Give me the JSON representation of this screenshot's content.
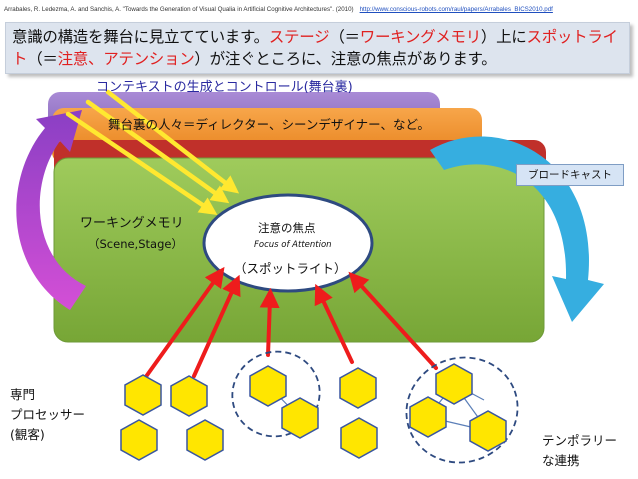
{
  "citation": {
    "text": "Arrabales, R. Ledezma, A. and Sanchis, A. \"Towards the Generation of Visual Qualia in Artificial Cognitive Architectures\". (2010)",
    "url": "http://www.conscious-robots.com/raul/papers/Arrabales_BICS2010.pdf"
  },
  "heading": {
    "t1": "意識の構造を舞台に見立てています。",
    "t2": "ステージ",
    "t3": "（＝",
    "t4": "ワーキングメモリ",
    "t5": "）上に",
    "t6": "スポットライト",
    "t7": "（＝",
    "t8": "注意、アテンション",
    "t9": "）が注ぐところに、注意の焦点があります。"
  },
  "layers": {
    "context": "コンテキストの生成とコントロール(舞台裏)",
    "backstage": "舞台裏の人々＝ディレクター、シーンデザイナー、など。",
    "working_memory": "ワーキングメモリ",
    "scene_stage": "（Scene,Stage）"
  },
  "focus": {
    "title": "注意の焦点",
    "subtitle": "Focus of Attention",
    "spotlight": "（スポットライト）"
  },
  "broadcast": "ブロードキャスト",
  "processors": {
    "line1": "専門",
    "line2": "プロセッサー",
    "line3": "(観客)"
  },
  "coalitions": {
    "line1": "テンポラリー",
    "line2": "な連携"
  },
  "colors": {
    "purple": "#8e6bbf",
    "orange": "#f08c28",
    "red_layer": "#c0302a",
    "green": "#8dbb4a",
    "arrow_red": "#ee1c1c",
    "arrow_yellow": "#ffe830",
    "hexagon": "#ffe600",
    "cyan": "#36aee0",
    "magenta": "#c02bc8"
  }
}
